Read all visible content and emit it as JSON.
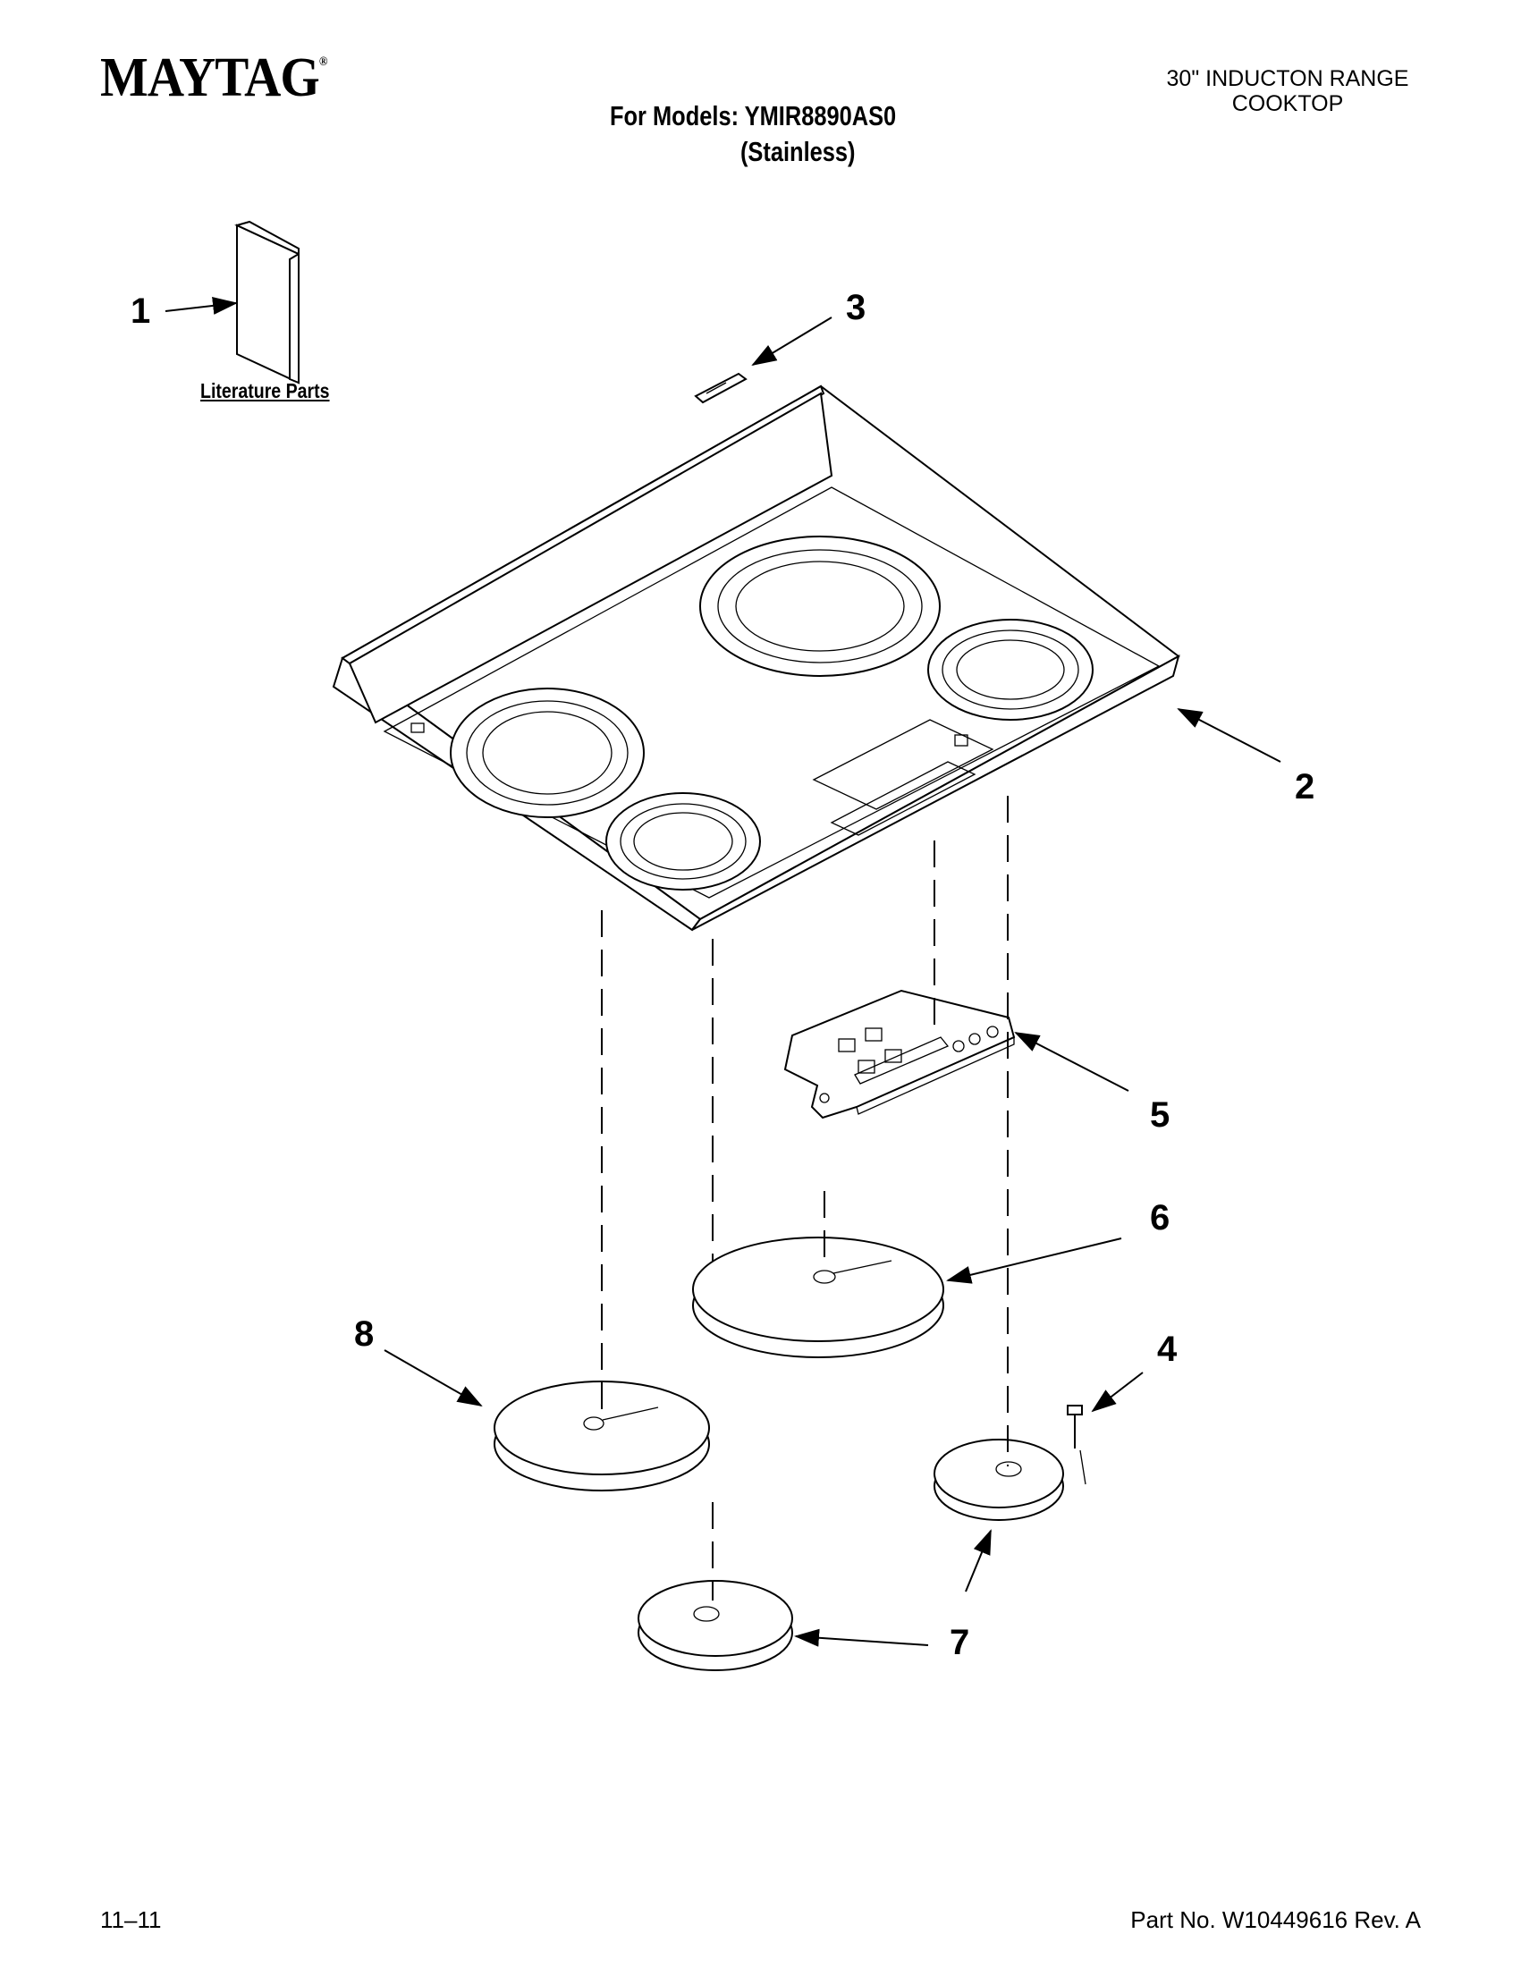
{
  "header": {
    "brand": "MAYTAG",
    "brand_mark": "®",
    "models_line1": "For Models: YMIR8890AS0",
    "models_line2": "(Stainless)",
    "product_line1": "30\" INDUCTON RANGE",
    "product_line2": "COOKTOP"
  },
  "diagram": {
    "literature_label": "Literature Parts",
    "callouts": [
      "1",
      "2",
      "3",
      "4",
      "5",
      "6",
      "7",
      "7",
      "8"
    ]
  },
  "footer": {
    "date_code": "11–11",
    "part_number": "Part No. W10449616 Rev. A"
  }
}
